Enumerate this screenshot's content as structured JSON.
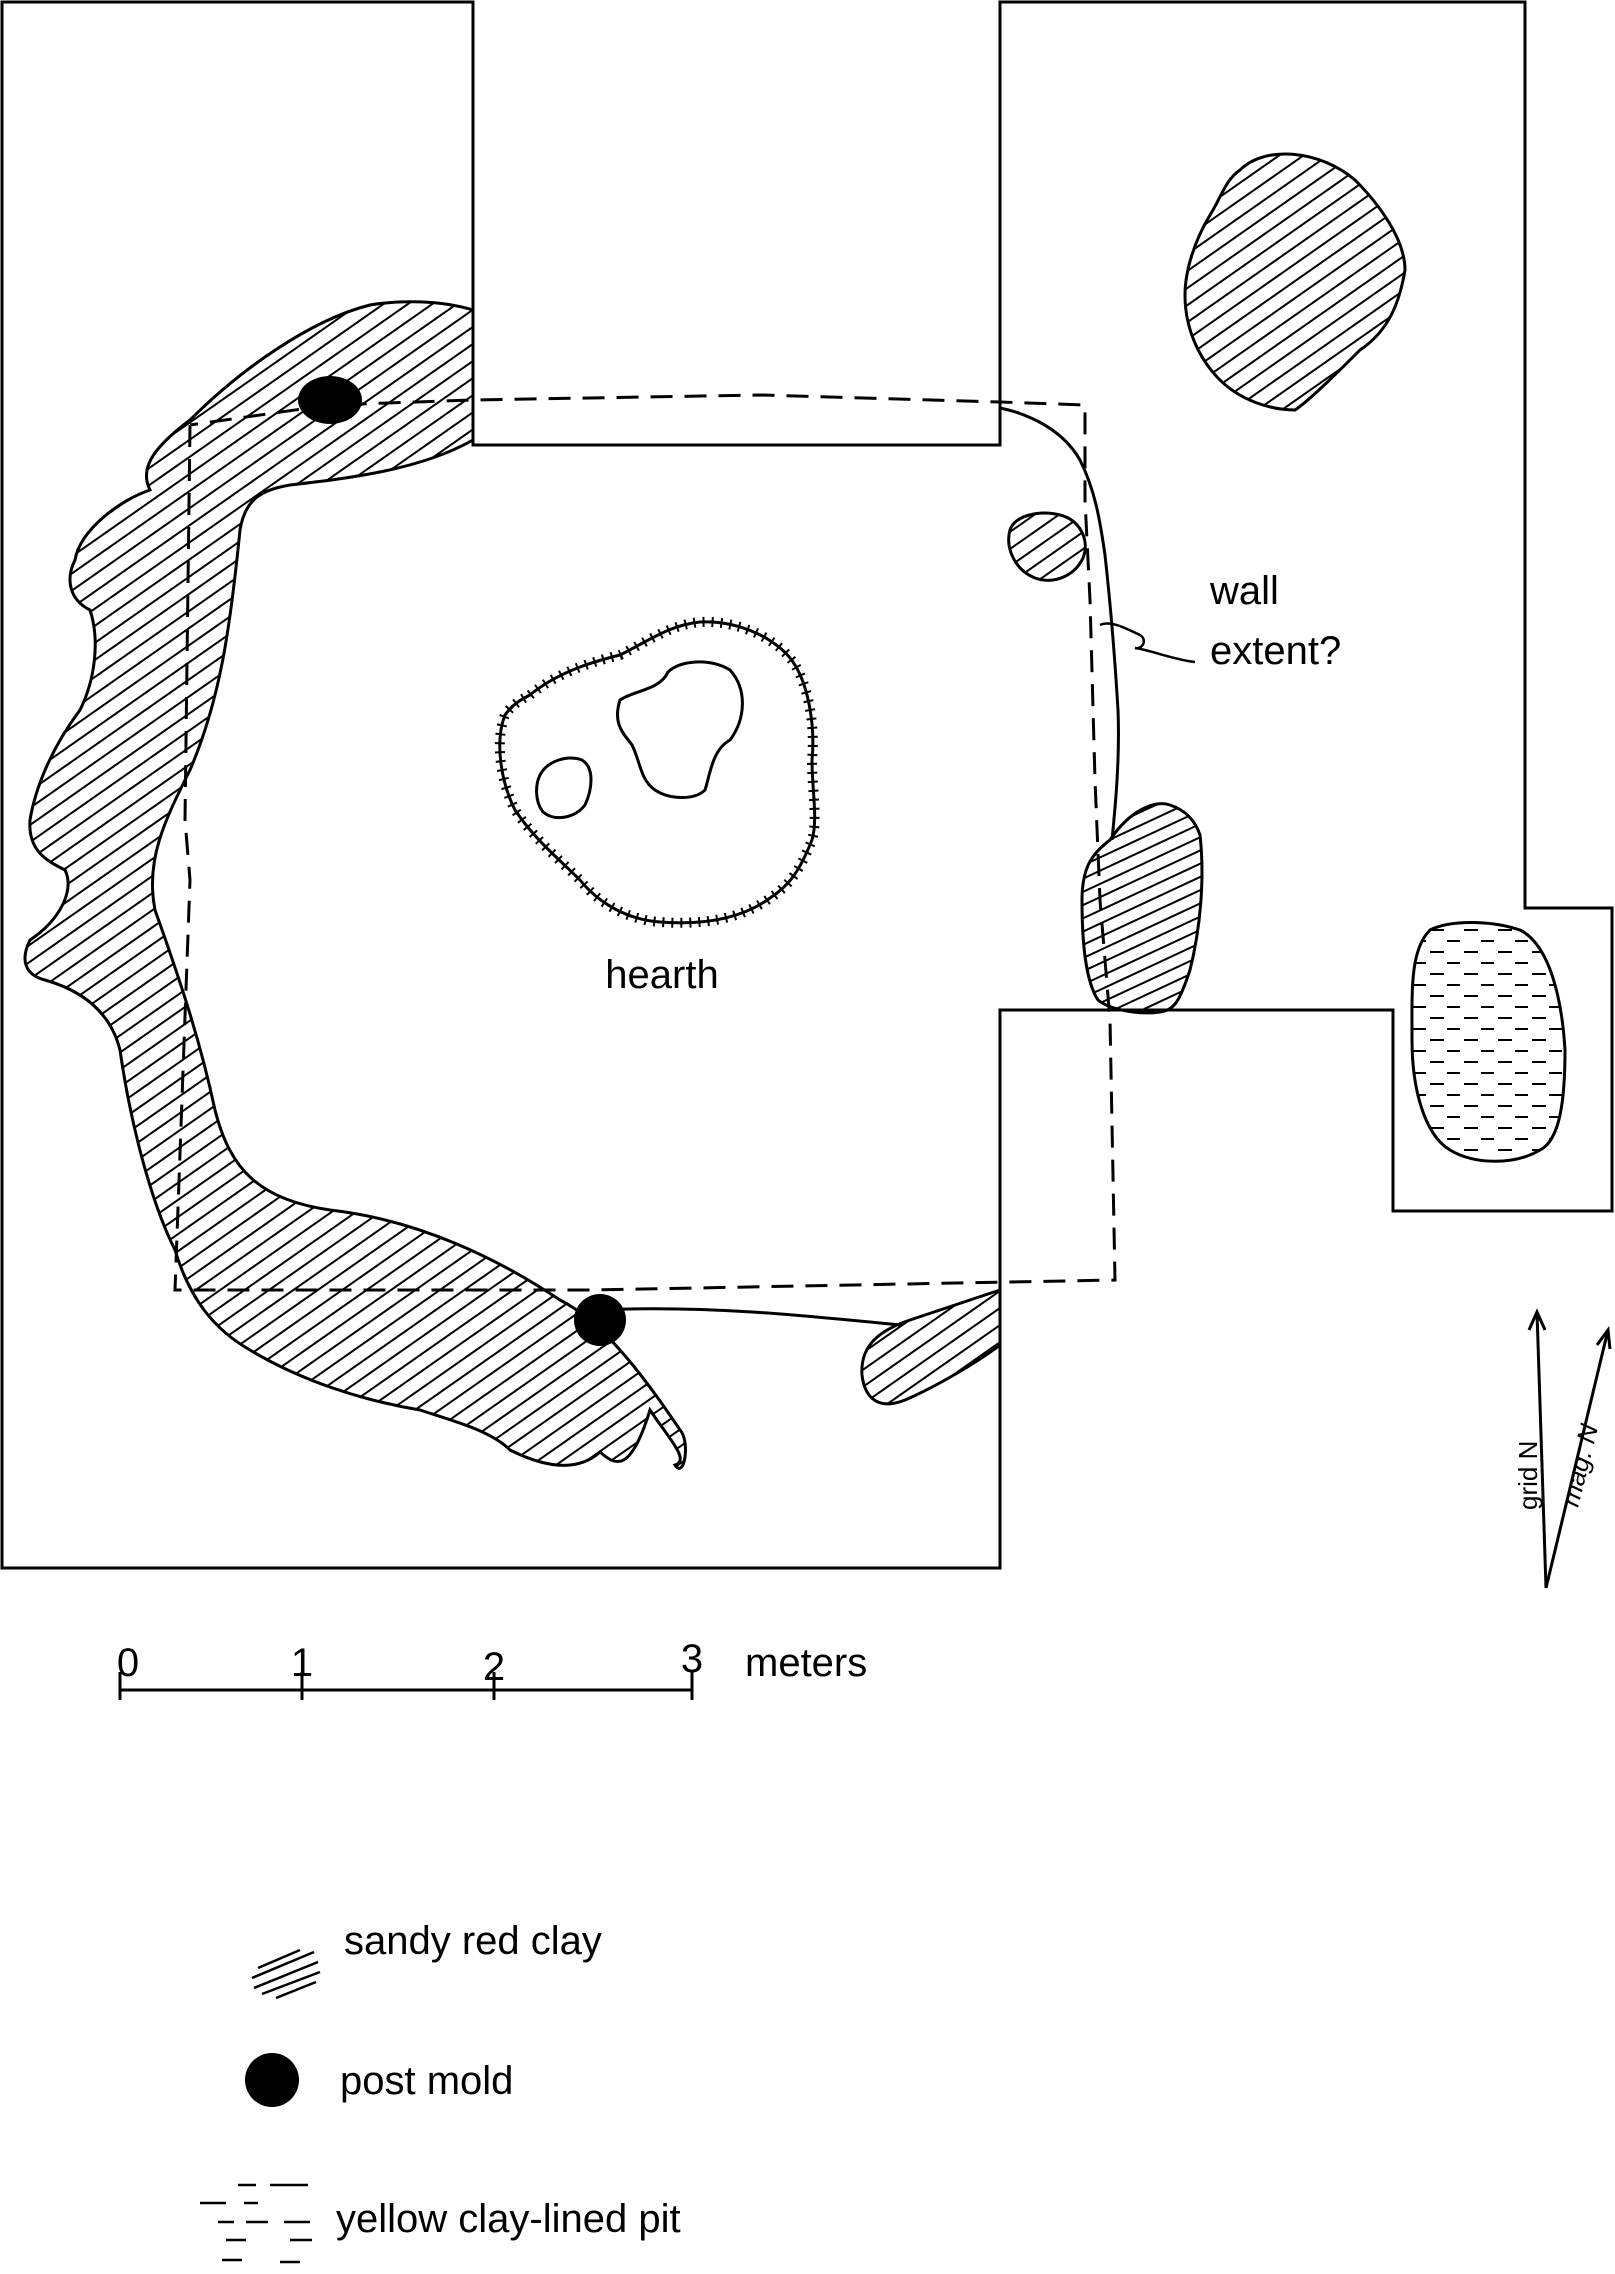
{
  "labels": {
    "hearth": "hearth",
    "wall_line1": "wall",
    "wall_line2": "extent?",
    "grid_north": "grid N",
    "mag_north": "mag. N"
  },
  "scale_bar": {
    "ticks": [
      "0",
      "1",
      "2",
      "3"
    ],
    "unit": "meters"
  },
  "legend": {
    "items": [
      {
        "label": "sandy red clay",
        "symbol": "diagonal-hatch"
      },
      {
        "label": "post mold",
        "symbol": "filled-circle"
      },
      {
        "label": "yellow clay-lined pit",
        "symbol": "dash-fill"
      }
    ]
  },
  "colors": {
    "ink": "#000000",
    "paper": "#ffffff"
  }
}
